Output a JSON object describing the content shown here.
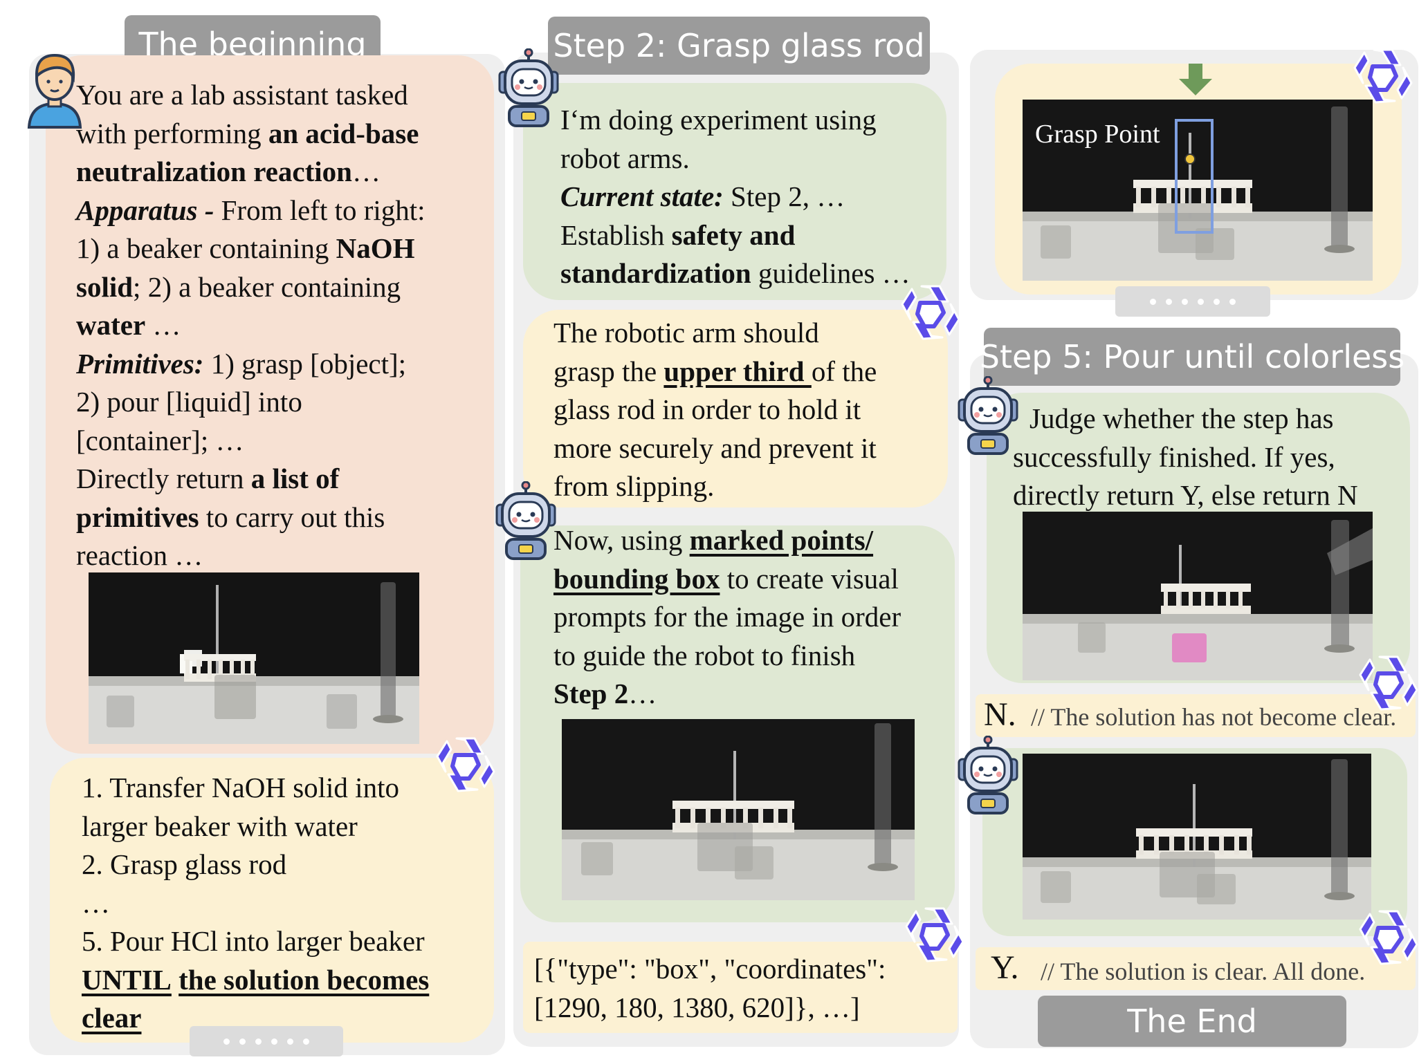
{
  "tags": {
    "beginning": "The beginning",
    "step2": "Step 2: Grasp glass rod",
    "step5": "Step 5: Pour until colorless",
    "end": "The End"
  },
  "col1": {
    "prompt_lines": [
      [
        "You are a lab assistant tasked",
        ""
      ],
      [
        "with performing ",
        "an acid-base"
      ],
      [
        "neutralization reaction",
        "…"
      ],
      [
        "Apparatus - ",
        "From left to right:"
      ],
      [
        "1) a beaker containing ",
        "NaOH"
      ],
      [
        "solid",
        ";  2) a beaker containing"
      ],
      [
        "water",
        " …"
      ],
      [
        "Primitives: ",
        "1) grasp [object];"
      ],
      [
        "2) pour [liquid] into",
        ""
      ],
      [
        "[container]; …",
        ""
      ],
      [
        "Directly return ",
        "a list of"
      ],
      [
        "primitives",
        " to carry out this"
      ],
      [
        "reaction …",
        ""
      ]
    ],
    "answer_lines": [
      "1. Transfer NaOH solid into",
      "larger beaker with water",
      "2. Grasp glass rod",
      "…",
      "5. Pour HCl into larger beaker",
      "UNTIL",
      "the solution becomes",
      "clear"
    ]
  },
  "col2": {
    "robot_lines": [
      "I‘m doing experiment using",
      "robot arms.",
      "Current state:",
      " Step 2, …",
      "Establish ",
      "safety and",
      "standardization",
      " guidelines …"
    ],
    "reply_lines": [
      "The robotic arm should",
      "grasp the ",
      "upper third ",
      "of the",
      "glass rod in order to hold it",
      "more securely and prevent it",
      "from slipping."
    ],
    "visual_lines": [
      "Now, using ",
      "marked points/",
      "bounding box",
      " to create visual",
      "prompts for the image in order",
      "to guide the robot to finish",
      "Step 2",
      "…"
    ],
    "output_lines": [
      "[{\"type\": \"box\", \"coordinates\":",
      "[1290, 180, 1380, 620]}, …]"
    ]
  },
  "col3": {
    "grasp_label": "Grasp Point",
    "judge_lines": [
      "Judge whether the step has",
      "successfully finished. If yes,",
      "directly return Y, else return N"
    ],
    "n_letter": "N.",
    "n_comment": "// The solution has not become clear.",
    "y_letter": "Y.",
    "y_comment": "// The solution is clear. All done."
  },
  "icons": {
    "user": "user-avatar-icon",
    "robot": "robot-icon",
    "model": "model-logo-icon",
    "arrow": "down-arrow-icon"
  },
  "colors": {
    "peach": "#f7e1d3",
    "yellow": "#fcf1d3",
    "green": "#dfe8d3",
    "tag": "#9b9b9b",
    "logo": "#5b4ce8",
    "box": "#7f9fe0"
  }
}
